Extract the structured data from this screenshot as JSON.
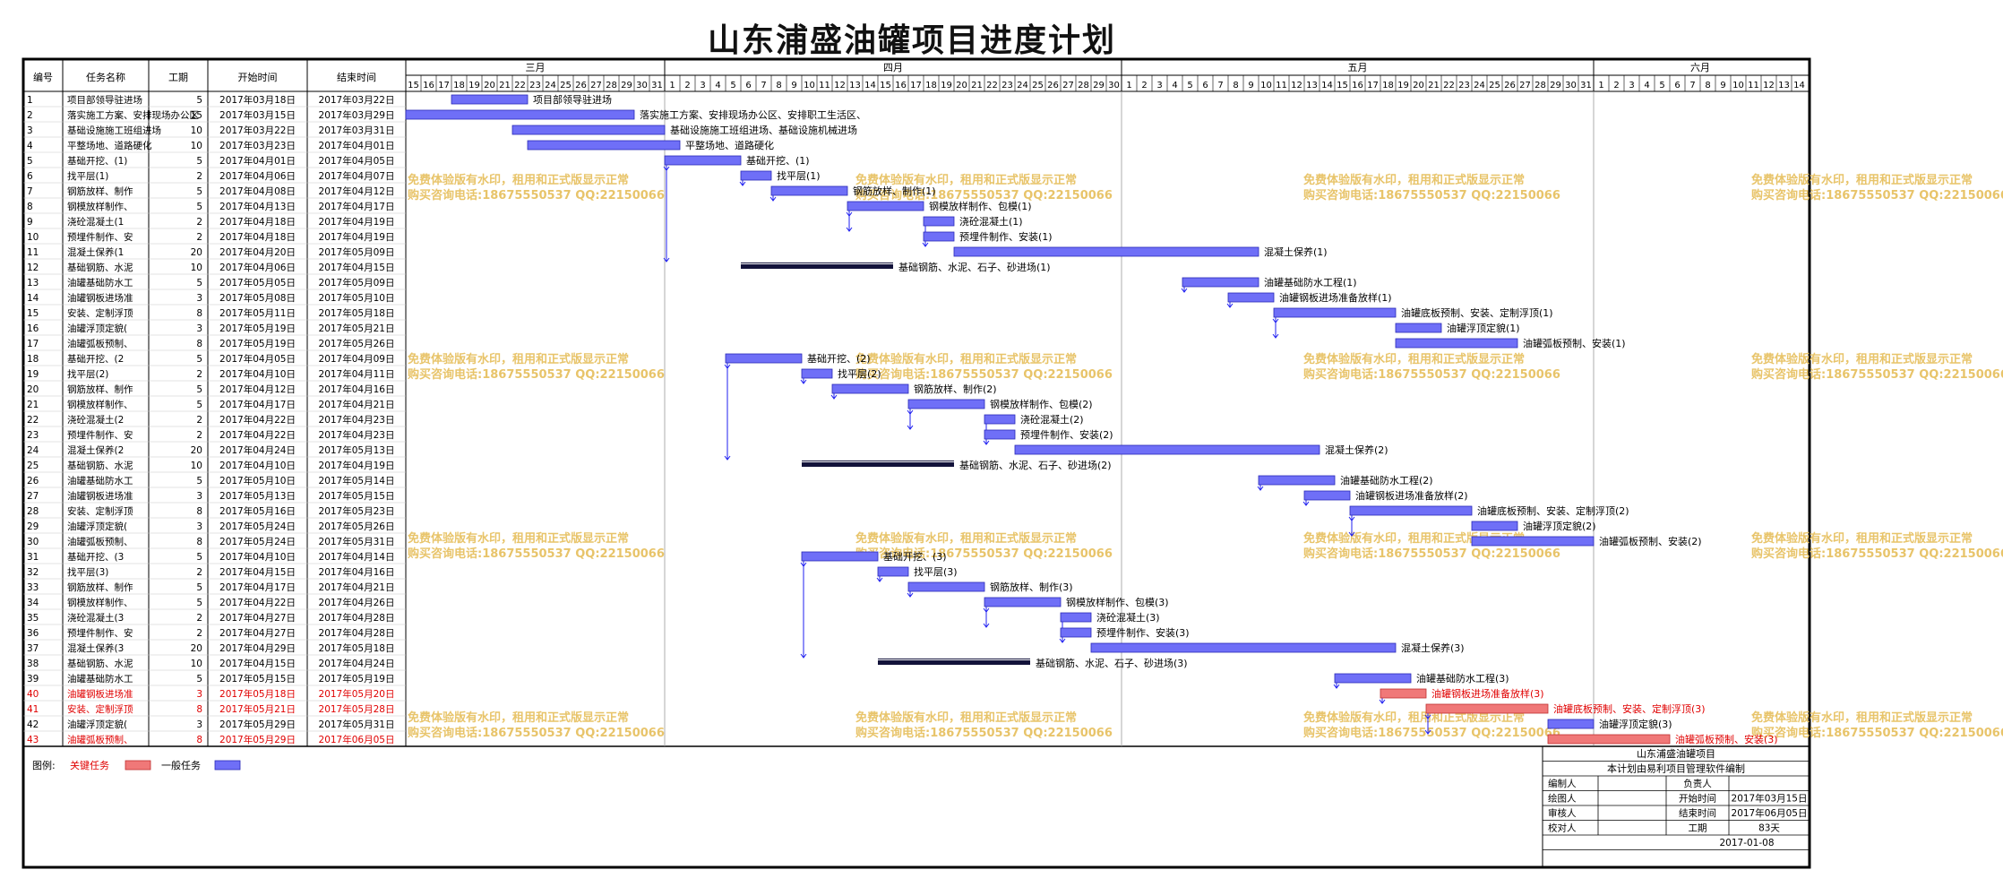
{
  "page": {
    "title": "山东浦盛油罐项目进度计划"
  },
  "colors": {
    "normal": "#6f6ff7",
    "critical": "#f07878",
    "outline": "#2a2ab8",
    "summary": "#12123a",
    "critical_text": "#e00000",
    "watermark": "#e8c46a",
    "link": "#1f1ff0"
  },
  "columns": {
    "id": "编号",
    "name": "任务名称",
    "duration": "工期",
    "start": "开始时间",
    "end": "结束时间"
  },
  "months": [
    {
      "label": "三月",
      "days": [
        "15",
        "16",
        "17",
        "18",
        "19",
        "20",
        "21",
        "22",
        "23",
        "24",
        "25",
        "26",
        "27",
        "28",
        "29",
        "30",
        "31"
      ]
    },
    {
      "label": "四月",
      "days": [
        "1",
        "2",
        "3",
        "4",
        "5",
        "6",
        "7",
        "8",
        "9",
        "10",
        "11",
        "12",
        "13",
        "14",
        "15",
        "16",
        "17",
        "18",
        "19",
        "20",
        "21",
        "22",
        "23",
        "24",
        "25",
        "26",
        "27",
        "28",
        "29",
        "30"
      ]
    },
    {
      "label": "五月",
      "days": [
        "1",
        "2",
        "3",
        "4",
        "5",
        "6",
        "7",
        "8",
        "9",
        "10",
        "11",
        "12",
        "13",
        "14",
        "15",
        "16",
        "17",
        "18",
        "19",
        "20",
        "21",
        "22",
        "23",
        "24",
        "25",
        "26",
        "27",
        "28",
        "29",
        "30",
        "31"
      ]
    },
    {
      "label": "六月",
      "days": [
        "1",
        "2",
        "3",
        "4",
        "5",
        "6",
        "7",
        "8",
        "9",
        "10",
        "11",
        "12",
        "13",
        "14"
      ]
    }
  ],
  "watermark": {
    "line1": "免费体验版有水印，租用和正式版显示正常",
    "line2": "购买咨询电话:18675550537 QQ:22150066"
  },
  "legend": {
    "label": "图例:",
    "critical": "关键任务",
    "normal": "一般任务"
  },
  "infobox": {
    "project": "山东浦盛油罐项目",
    "note": "本计划由易利项目管理软件编制",
    "rows": [
      {
        "label": "编制人",
        "value": "",
        "label2": "负责人",
        "value2": ""
      },
      {
        "label": "绘图人",
        "value": "",
        "label2": "开始时间",
        "value2": "2017年03月15日"
      },
      {
        "label": "审核人",
        "value": "",
        "label2": "结束时间",
        "value2": "2017年06月05日"
      },
      {
        "label": "校对人",
        "value": "",
        "label2": "工期",
        "value2": "83天"
      }
    ],
    "date": "2017-01-08"
  },
  "chart_data": {
    "type": "gantt",
    "title": "山东浦盛油罐项目进度计划",
    "x_range": [
      "2017-03-15",
      "2017-06-14"
    ],
    "tasks": [
      {
        "id": "1",
        "name": "项目部领导驻进场",
        "duration": "5",
        "start": "2017年03月18日",
        "end": "2017年03月22日",
        "kind": "normal",
        "s": 3,
        "d": 5,
        "label": "项目部领导驻进场"
      },
      {
        "id": "2",
        "name": "落实施工方案、安排现场办公区",
        "duration": "15",
        "start": "2017年03月15日",
        "end": "2017年03月29日",
        "kind": "normal",
        "s": 0,
        "d": 15,
        "label": "落实施工方案、安排现场办公区、安排职工生活区、"
      },
      {
        "id": "3",
        "name": "基础设施施工班组进场",
        "duration": "10",
        "start": "2017年03月22日",
        "end": "2017年03月31日",
        "kind": "normal",
        "s": 7,
        "d": 10,
        "label": "基础设施施工班组进场、基础设施机械进场"
      },
      {
        "id": "4",
        "name": "平整场地、道路硬化",
        "duration": "10",
        "start": "2017年03月23日",
        "end": "2017年04月01日",
        "kind": "normal",
        "s": 8,
        "d": 10,
        "label": "平整场地、道路硬化"
      },
      {
        "id": "5",
        "name": "基础开挖、(1)",
        "duration": "5",
        "start": "2017年04月01日",
        "end": "2017年04月05日",
        "kind": "normal",
        "s": 17,
        "d": 5,
        "label": "基础开挖、(1)"
      },
      {
        "id": "6",
        "name": "找平层(1)",
        "duration": "2",
        "start": "2017年04月06日",
        "end": "2017年04月07日",
        "kind": "normal",
        "s": 22,
        "d": 2,
        "label": "找平层(1)"
      },
      {
        "id": "7",
        "name": "钢筋放样、制作",
        "duration": "5",
        "start": "2017年04月08日",
        "end": "2017年04月12日",
        "kind": "normal",
        "s": 24,
        "d": 5,
        "label": "钢筋放样、制作(1)"
      },
      {
        "id": "8",
        "name": "钢模放样制作、",
        "duration": "5",
        "start": "2017年04月13日",
        "end": "2017年04月17日",
        "kind": "normal",
        "s": 29,
        "d": 5,
        "label": "钢模放样制作、包模(1)"
      },
      {
        "id": "9",
        "name": "浇砼混凝土(1",
        "duration": "2",
        "start": "2017年04月18日",
        "end": "2017年04月19日",
        "kind": "normal",
        "s": 34,
        "d": 2,
        "label": "浇砼混凝土(1)"
      },
      {
        "id": "10",
        "name": "预埋件制作、安",
        "duration": "2",
        "start": "2017年04月18日",
        "end": "2017年04月19日",
        "kind": "normal",
        "s": 34,
        "d": 2,
        "label": "预埋件制作、安装(1)"
      },
      {
        "id": "11",
        "name": "混凝土保养(1",
        "duration": "20",
        "start": "2017年04月20日",
        "end": "2017年05月09日",
        "kind": "normal",
        "s": 36,
        "d": 20,
        "label": "混凝土保养(1)"
      },
      {
        "id": "12",
        "name": "基础钢筋、水泥",
        "duration": "10",
        "start": "2017年04月06日",
        "end": "2017年04月15日",
        "kind": "summary",
        "s": 22,
        "d": 10,
        "label": "基础钢筋、水泥、石子、砂进场(1)"
      },
      {
        "id": "13",
        "name": "油罐基础防水工",
        "duration": "5",
        "start": "2017年05月05日",
        "end": "2017年05月09日",
        "kind": "normal",
        "s": 51,
        "d": 5,
        "label": "油罐基础防水工程(1)"
      },
      {
        "id": "14",
        "name": "油罐钢板进场准",
        "duration": "3",
        "start": "2017年05月08日",
        "end": "2017年05月10日",
        "kind": "normal",
        "s": 54,
        "d": 3,
        "label": "油罐钢板进场准备放样(1)"
      },
      {
        "id": "15",
        "name": "安装、定制浮顶",
        "duration": "8",
        "start": "2017年05月11日",
        "end": "2017年05月18日",
        "kind": "normal",
        "s": 57,
        "d": 8,
        "label": "油罐底板预制、安装、定制浮顶(1)"
      },
      {
        "id": "16",
        "name": "油罐浮顶定貌(",
        "duration": "3",
        "start": "2017年05月19日",
        "end": "2017年05月21日",
        "kind": "normal",
        "s": 65,
        "d": 3,
        "label": "油罐浮顶定貌(1)"
      },
      {
        "id": "17",
        "name": "油罐弧板预制、",
        "duration": "8",
        "start": "2017年05月19日",
        "end": "2017年05月26日",
        "kind": "normal",
        "s": 65,
        "d": 8,
        "label": "油罐弧板预制、安装(1)"
      },
      {
        "id": "18",
        "name": "基础开挖、(2",
        "duration": "5",
        "start": "2017年04月05日",
        "end": "2017年04月09日",
        "kind": "normal",
        "s": 21,
        "d": 5,
        "label": "基础开挖、(2)"
      },
      {
        "id": "19",
        "name": "找平层(2)",
        "duration": "2",
        "start": "2017年04月10日",
        "end": "2017年04月11日",
        "kind": "normal",
        "s": 26,
        "d": 2,
        "label": "找平层(2)"
      },
      {
        "id": "20",
        "name": "钢筋放样、制作",
        "duration": "5",
        "start": "2017年04月12日",
        "end": "2017年04月16日",
        "kind": "normal",
        "s": 28,
        "d": 5,
        "label": "钢筋放样、制作(2)"
      },
      {
        "id": "21",
        "name": "钢模放样制作、",
        "duration": "5",
        "start": "2017年04月17日",
        "end": "2017年04月21日",
        "kind": "normal",
        "s": 33,
        "d": 5,
        "label": "钢模放样制作、包模(2)"
      },
      {
        "id": "22",
        "name": "浇砼混凝土(2",
        "duration": "2",
        "start": "2017年04月22日",
        "end": "2017年04月23日",
        "kind": "normal",
        "s": 38,
        "d": 2,
        "label": "浇砼混凝土(2)"
      },
      {
        "id": "23",
        "name": "预埋件制作、安",
        "duration": "2",
        "start": "2017年04月22日",
        "end": "2017年04月23日",
        "kind": "normal",
        "s": 38,
        "d": 2,
        "label": "预埋件制作、安装(2)"
      },
      {
        "id": "24",
        "name": "混凝土保养(2",
        "duration": "20",
        "start": "2017年04月24日",
        "end": "2017年05月13日",
        "kind": "normal",
        "s": 40,
        "d": 20,
        "label": "混凝土保养(2)"
      },
      {
        "id": "25",
        "name": "基础钢筋、水泥",
        "duration": "10",
        "start": "2017年04月10日",
        "end": "2017年04月19日",
        "kind": "summary",
        "s": 26,
        "d": 10,
        "label": "基础钢筋、水泥、石子、砂进场(2)"
      },
      {
        "id": "26",
        "name": "油罐基础防水工",
        "duration": "5",
        "start": "2017年05月10日",
        "end": "2017年05月14日",
        "kind": "normal",
        "s": 56,
        "d": 5,
        "label": "油罐基础防水工程(2)"
      },
      {
        "id": "27",
        "name": "油罐钢板进场准",
        "duration": "3",
        "start": "2017年05月13日",
        "end": "2017年05月15日",
        "kind": "normal",
        "s": 59,
        "d": 3,
        "label": "油罐钢板进场准备放样(2)"
      },
      {
        "id": "28",
        "name": "安装、定制浮顶",
        "duration": "8",
        "start": "2017年05月16日",
        "end": "2017年05月23日",
        "kind": "normal",
        "s": 62,
        "d": 8,
        "label": "油罐底板预制、安装、定制浮顶(2)"
      },
      {
        "id": "29",
        "name": "油罐浮顶定貌(",
        "duration": "3",
        "start": "2017年05月24日",
        "end": "2017年05月26日",
        "kind": "normal",
        "s": 70,
        "d": 3,
        "label": "油罐浮顶定貌(2)"
      },
      {
        "id": "30",
        "name": "油罐弧板预制、",
        "duration": "8",
        "start": "2017年05月24日",
        "end": "2017年05月31日",
        "kind": "normal",
        "s": 70,
        "d": 8,
        "label": "油罐弧板预制、安装(2)"
      },
      {
        "id": "31",
        "name": "基础开挖、(3",
        "duration": "5",
        "start": "2017年04月10日",
        "end": "2017年04月14日",
        "kind": "normal",
        "s": 26,
        "d": 5,
        "label": "基础开挖、(3)"
      },
      {
        "id": "32",
        "name": "找平层(3)",
        "duration": "2",
        "start": "2017年04月15日",
        "end": "2017年04月16日",
        "kind": "normal",
        "s": 31,
        "d": 2,
        "label": "找平层(3)"
      },
      {
        "id": "33",
        "name": "钢筋放样、制作",
        "duration": "5",
        "start": "2017年04月17日",
        "end": "2017年04月21日",
        "kind": "normal",
        "s": 33,
        "d": 5,
        "label": "钢筋放样、制作(3)"
      },
      {
        "id": "34",
        "name": "钢模放样制作、",
        "duration": "5",
        "start": "2017年04月22日",
        "end": "2017年04月26日",
        "kind": "normal",
        "s": 38,
        "d": 5,
        "label": "钢模放样制作、包模(3)"
      },
      {
        "id": "35",
        "name": "浇砼混凝土(3",
        "duration": "2",
        "start": "2017年04月27日",
        "end": "2017年04月28日",
        "kind": "normal",
        "s": 43,
        "d": 2,
        "label": "浇砼混凝土(3)"
      },
      {
        "id": "36",
        "name": "预埋件制作、安",
        "duration": "2",
        "start": "2017年04月27日",
        "end": "2017年04月28日",
        "kind": "normal",
        "s": 43,
        "d": 2,
        "label": "预埋件制作、安装(3)"
      },
      {
        "id": "37",
        "name": "混凝土保养(3",
        "duration": "20",
        "start": "2017年04月29日",
        "end": "2017年05月18日",
        "kind": "normal",
        "s": 45,
        "d": 20,
        "label": "混凝土保养(3)"
      },
      {
        "id": "38",
        "name": "基础钢筋、水泥",
        "duration": "10",
        "start": "2017年04月15日",
        "end": "2017年04月24日",
        "kind": "summary",
        "s": 31,
        "d": 10,
        "label": "基础钢筋、水泥、石子、砂进场(3)"
      },
      {
        "id": "39",
        "name": "油罐基础防水工",
        "duration": "5",
        "start": "2017年05月15日",
        "end": "2017年05月19日",
        "kind": "normal",
        "s": 61,
        "d": 5,
        "label": "油罐基础防水工程(3)"
      },
      {
        "id": "40",
        "name": "油罐钢板进场准",
        "duration": "3",
        "start": "2017年05月18日",
        "end": "2017年05月20日",
        "kind": "critical",
        "s": 64,
        "d": 3,
        "label": "油罐钢板进场准备放样(3)"
      },
      {
        "id": "41",
        "name": "安装、定制浮顶",
        "duration": "8",
        "start": "2017年05月21日",
        "end": "2017年05月28日",
        "kind": "critical",
        "s": 67,
        "d": 8,
        "label": "油罐底板预制、安装、定制浮顶(3)"
      },
      {
        "id": "42",
        "name": "油罐浮顶定貌(",
        "duration": "3",
        "start": "2017年05月29日",
        "end": "2017年05月31日",
        "kind": "normal",
        "s": 75,
        "d": 3,
        "label": "油罐浮顶定貌(3)"
      },
      {
        "id": "43",
        "name": "油罐弧板预制、",
        "duration": "8",
        "start": "2017年05月29日",
        "end": "2017年06月05日",
        "kind": "critical",
        "s": 75,
        "d": 8,
        "label": "油罐弧板预制、安装(3)"
      }
    ],
    "links": [
      [
        5,
        6
      ],
      [
        6,
        7
      ],
      [
        7,
        8
      ],
      [
        8,
        9
      ],
      [
        8,
        10
      ],
      [
        9,
        11
      ],
      [
        5,
        12
      ],
      [
        13,
        14
      ],
      [
        14,
        15
      ],
      [
        15,
        16
      ],
      [
        15,
        17
      ],
      [
        18,
        19
      ],
      [
        19,
        20
      ],
      [
        20,
        21
      ],
      [
        21,
        22
      ],
      [
        21,
        23
      ],
      [
        22,
        24
      ],
      [
        18,
        25
      ],
      [
        26,
        27
      ],
      [
        27,
        28
      ],
      [
        28,
        29
      ],
      [
        28,
        30
      ],
      [
        31,
        32
      ],
      [
        32,
        33
      ],
      [
        33,
        34
      ],
      [
        34,
        35
      ],
      [
        34,
        36
      ],
      [
        35,
        37
      ],
      [
        31,
        38
      ],
      [
        39,
        40
      ],
      [
        40,
        41
      ],
      [
        41,
        42
      ],
      [
        41,
        43
      ]
    ]
  }
}
